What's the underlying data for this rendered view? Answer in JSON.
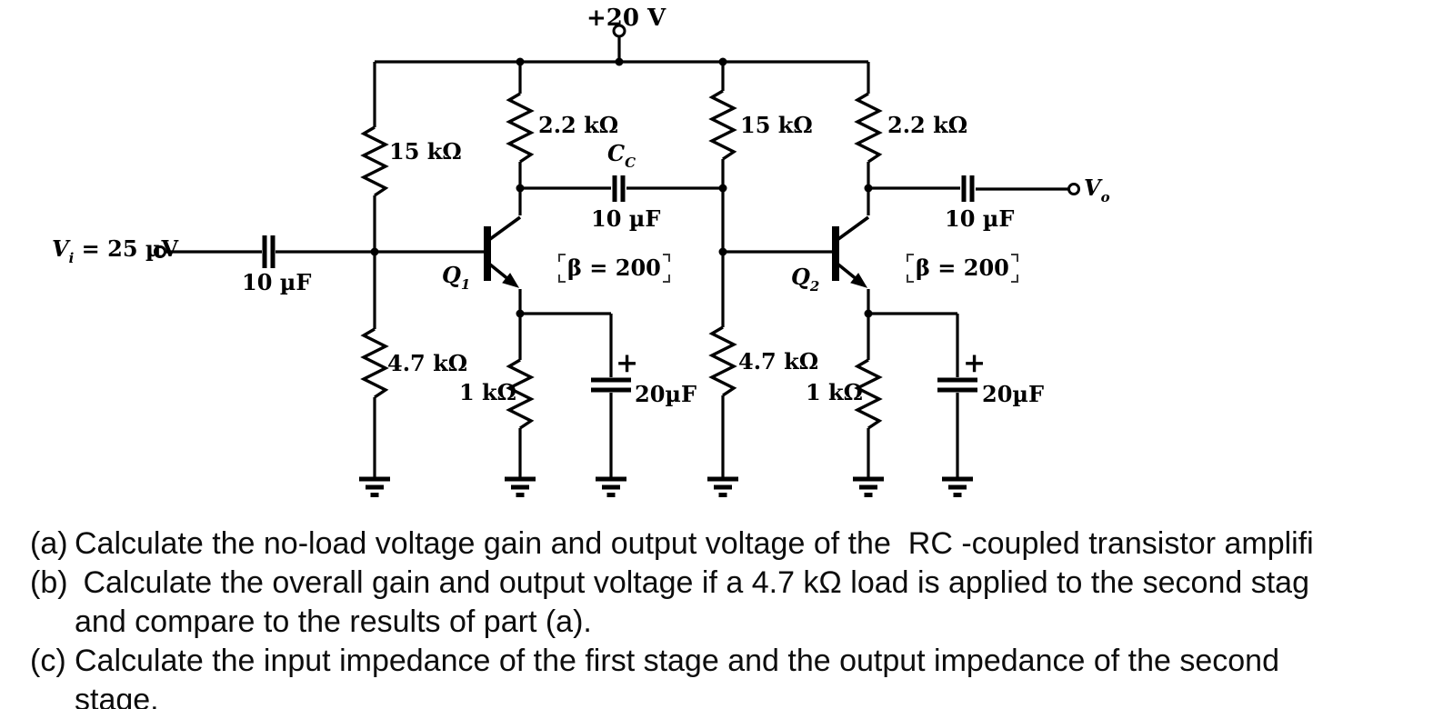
{
  "colors": {
    "ink": "#000000",
    "text": "#0d0d0d",
    "background": "#ffffff"
  },
  "circuit": {
    "supply_label": "+20 V",
    "input": {
      "v_main": "V",
      "v_sub": "i",
      "v_eq": " = 25 µV",
      "cap_value": "10 µF"
    },
    "coupling": {
      "c_main": "C",
      "c_sub": "C",
      "cap_value": "10 µF"
    },
    "output": {
      "cap_value": "10 µF",
      "v_main": "V",
      "v_sub": "o"
    },
    "stage1": {
      "r_bias_upper": "15 kΩ",
      "r_bias_lower": "4.7 kΩ",
      "r_collector": "2.2 kΩ",
      "r_emitter": "1 kΩ",
      "bypass_plus": "+",
      "bypass_cap": "20µF",
      "q_main": "Q",
      "q_sub": "1",
      "beta": "β = 200"
    },
    "stage2": {
      "r_bias_upper": "15 kΩ",
      "r_bias_lower": "4.7 kΩ",
      "r_collector": "2.2 kΩ",
      "r_emitter": "1 kΩ",
      "bypass_plus": "+",
      "bypass_cap": "20µF",
      "q_main": "Q",
      "q_sub": "2",
      "beta": "β = 200"
    }
  },
  "questions": {
    "rows": [
      {
        "label": "(a)",
        "text": "Calculate the no-load voltage gain and output voltage of the  RC -coupled transistor amplifi"
      },
      {
        "label": "(b)",
        "text": " Calculate the overall gain and output voltage if a 4.7 kΩ load is applied to the second stag"
      },
      {
        "label": "",
        "text": "and compare to the results of part (a)."
      },
      {
        "label": "(c)",
        "text": "Calculate the input impedance of the first stage and the output impedance of the second"
      },
      {
        "label": "",
        "text": "stage."
      }
    ]
  }
}
